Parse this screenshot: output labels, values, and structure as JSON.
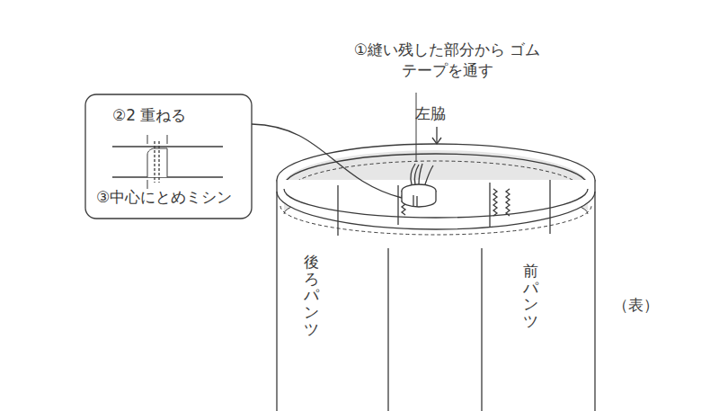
{
  "diagram": {
    "nodes": [
      {
        "text": [
          "②2 重ねる",
          "③中心にとめミシン"
        ]
      }
    ],
    "labels": [
      "①縫い残した部分から ゴムテープを通す",
      "左脇",
      "後ろパンツ",
      "前パンツ",
      "（表）"
    ]
  }
}
